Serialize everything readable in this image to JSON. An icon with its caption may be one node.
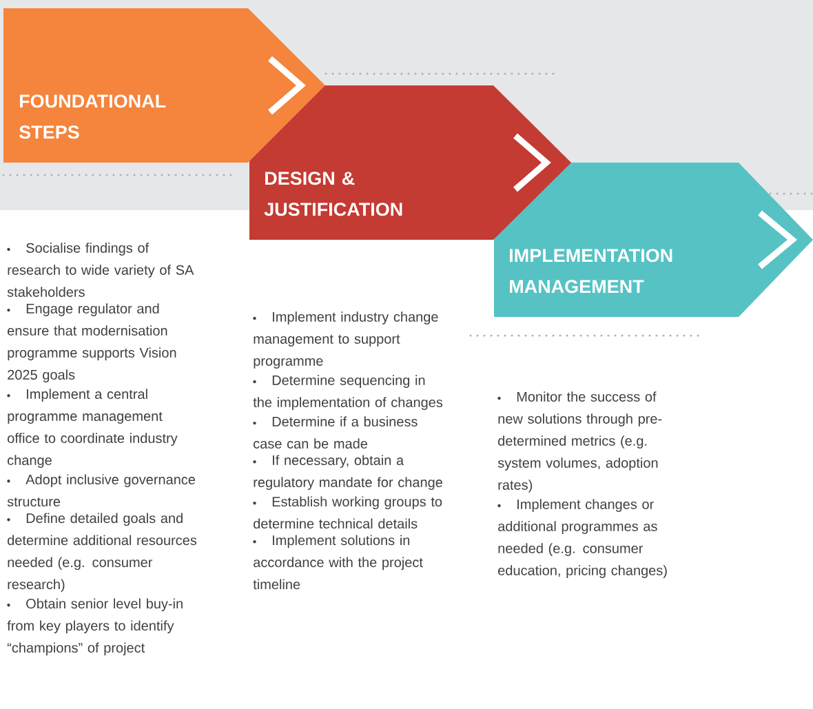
{
  "diagram": {
    "nodes": [
      {
        "text": [
          "FOUNDATIONAL STEPS"
        ],
        "beside": [
          "Socialise findings of research to wide variety of SA stakeholders",
          "Engage regulator and ensure that modernisation programme supports Vision 2025 goals",
          "Implement a central programme management office to coordinate industry change",
          "Adopt inclusive governance structure",
          "Define detailed goals and determine additional resources needed (e.g. consumer research)",
          "Obtain senior level buy-in from key players to identify “champions” of project"
        ]
      },
      {
        "text": [
          "DESIGN & JUSTIFICATION"
        ],
        "beside": [
          "Implement industry change management to support programme",
          "Determine sequencing in the implementation of changes",
          "Determine if a business case can be made",
          "If necessary, obtain a regulatory mandate for change",
          "Establish working groups to determine technical details",
          "Implement solutions in accordance with the project timeline"
        ]
      },
      {
        "text": [
          "IMPLEMENTATION MANAGEMENT"
        ],
        "beside": [
          "Monitor the success of new solutions through pre-determined metrics (e.g. system volumes, adoption rates)",
          "Implement changes or additional programmes as needed (e.g. consumer education, pricing changes)"
        ]
      }
    ]
  }
}
